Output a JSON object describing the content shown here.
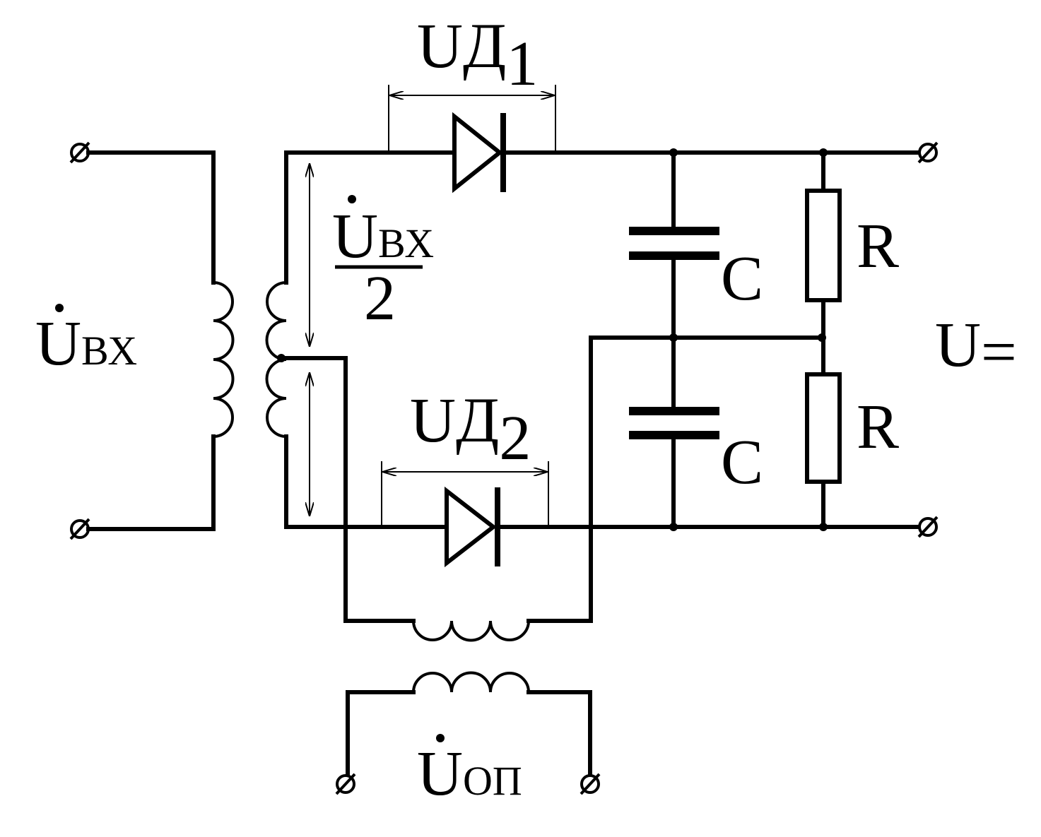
{
  "labels": {
    "u_in_main": "U",
    "u_in_sub": "ВХ",
    "u_half_main": "U",
    "u_half_sub": "ВХ",
    "u_half_den": "2",
    "ud1_main": "U",
    "ud1_sub": "Д",
    "ud1_idx": "1",
    "ud2_main": "U",
    "ud2_sub": "Д",
    "ud2_idx": "2",
    "u_ref_main": "U",
    "u_ref_sub": "ОП",
    "u_out_main": "U",
    "u_out_sub": "=",
    "c_top": "C",
    "c_bottom": "C",
    "r_top": "R",
    "r_bottom": "R"
  }
}
